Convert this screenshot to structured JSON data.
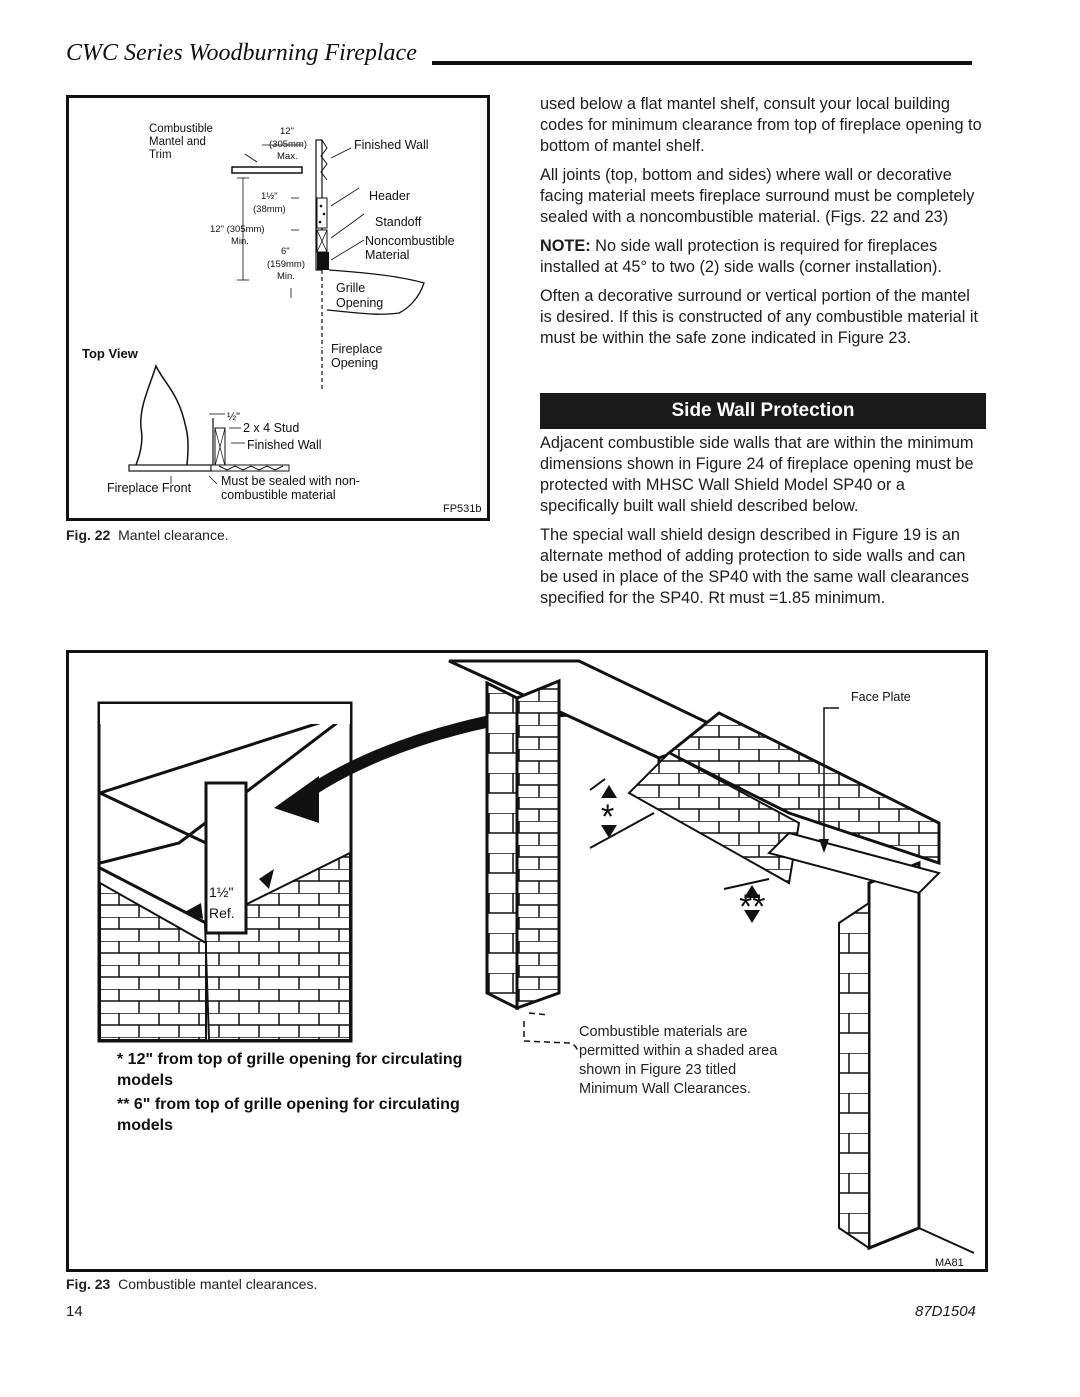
{
  "header": {
    "title": "CWC Series Woodburning Fireplace"
  },
  "fig22": {
    "labels": {
      "combustible": [
        "Combustible",
        "Mantel and",
        "Trim"
      ],
      "dim12": "12\"",
      "dim305": "(305mm)",
      "max": "Max.",
      "finished_wall": "Finished Wall",
      "dim1half": "1½\"",
      "dim38": "(38mm)",
      "header": "Header",
      "standoff": "Standoff",
      "min12": "12\" (305mm)",
      "min": "Min.",
      "dim6": "6\"",
      "dim159": "(159mm)",
      "min2": "Min.",
      "noncomb": [
        "Noncombustible",
        "Material"
      ],
      "grille": [
        "Grille",
        "Opening"
      ],
      "top_view": "Top View",
      "fireplace_opening": [
        "Fireplace",
        "Opening"
      ],
      "half": "½\"",
      "stud": "2 x 4 Stud",
      "finished_wall_2": "Finished Wall",
      "fireplace_front": "Fireplace Front",
      "sealed": [
        "Must be sealed with non-",
        "combustible material"
      ],
      "code": "FP531b"
    },
    "caption_num": "Fig. 22",
    "caption_text": "Mantel clearance."
  },
  "right": {
    "p1": "used below a flat mantel shelf, consult your local building codes for minimum clearance from top of fireplace opening to bottom of mantel shelf.",
    "p2": "All joints (top, bottom and sides) where wall or decorative facing material meets fireplace surround must be completely sealed with a noncombustible material. (Figs. 22 and 23)",
    "p3_note": "NOTE:",
    "p3": " No side wall protection is required for fireplaces installed at 45° to two (2) side walls (corner installation).",
    "p4": "Often a decorative surround or vertical portion of the mantel is desired. If this is constructed of any combustible material it must be within the safe zone indicated in Figure 23.",
    "banner": "Side Wall Protection",
    "p5": "Adjacent combustible side walls that are within the minimum dimensions shown in Figure 24 of fireplace opening must be protected with MHSC Wall Shield Model SP40 or a specifically built wall shield described below.",
    "p6": "The special wall shield design described in Figure 19 is an alternate method of adding protection to side walls and can be used in place of the SP40 with the same wall clearances specified for the SP40. Rt must =1.85 minimum."
  },
  "fig23": {
    "face_plate": "Face Plate",
    "ref_dim": "1½\"",
    "ref": "Ref.",
    "star1": "*",
    "star2": "**",
    "note1": "* 12\" from top of grille opening for circulating models",
    "note2": "** 6\" from top of grille opening for circulating models",
    "combustible": [
      "Combustible materials are",
      "permitted within a shaded area",
      "shown in Figure 23 titled",
      "Minimum Wall Clearances."
    ],
    "code": "MA81",
    "caption_num": "Fig. 23",
    "caption_text": "Combustible mantel clearances."
  },
  "footer": {
    "page": "14",
    "doc": "87D1504"
  }
}
